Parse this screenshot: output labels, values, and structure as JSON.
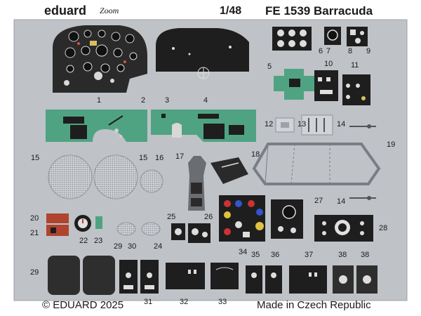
{
  "header": {
    "brand": "eduard",
    "brand_script": "Zoom",
    "scale": "1/48",
    "set_title": "FE 1539 Barracuda"
  },
  "footer": {
    "copyright": "© EDUARD 2025",
    "origin": "Made in Czech Republic"
  },
  "part_numbers": {
    "p1": "1",
    "p2": "2",
    "p3": "3",
    "p4": "4",
    "p5": "5",
    "p6": "6",
    "p7": "7",
    "p8": "8",
    "p9": "9",
    "p10": "10",
    "p11": "11",
    "p12": "12",
    "p13": "13",
    "p14a": "14",
    "p14b": "14",
    "p15a": "15",
    "p15b": "15",
    "p16": "16",
    "p17": "17",
    "p18": "18",
    "p19": "19",
    "p20": "20",
    "p21": "21",
    "p22": "22",
    "p23": "23",
    "p24": "24",
    "p25": "25",
    "p26": "26",
    "p27": "27",
    "p28": "28",
    "p29a": "29",
    "p29b": "29",
    "p30": "30",
    "p31": "31",
    "p32": "32",
    "p33": "33",
    "p34": "34",
    "p35": "35",
    "p36": "36",
    "p37": "37",
    "p38a": "38",
    "p38b": "38"
  },
  "colors": {
    "fret": "#bfc2c7",
    "fret_edge": "#9ea2a8",
    "panel_black": "#2a2a2a",
    "interior_green": "#4fa383",
    "brown_red": "#b0442e"
  }
}
